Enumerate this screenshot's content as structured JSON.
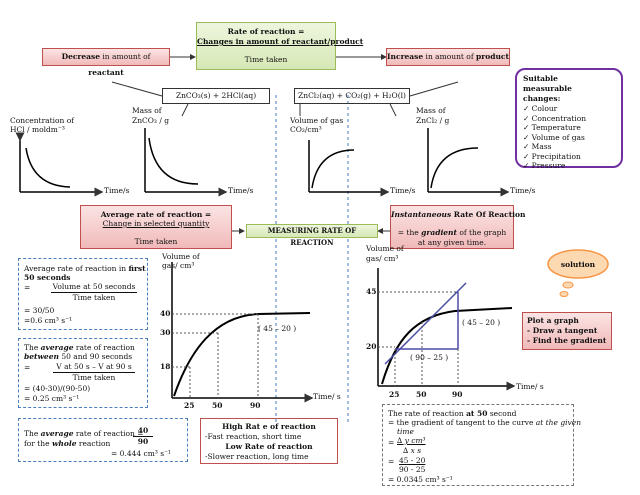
{
  "rate_box": {
    "title": "Rate of reaction =",
    "numerator": "Changes in amount of reactant/product",
    "denominator": "Time taken"
  },
  "decrease_box": {
    "prefix": "Decrease",
    "suffix": " in amount of ",
    "word": "reactant"
  },
  "increase_box": {
    "prefix": "Increase",
    "suffix": " in amount of ",
    "word": "product"
  },
  "reactants": "ZnCO₃(s)  +  2HCl(aq)",
  "products": "ZnCl₂(aq)  +  CO₂(g)  +  H₂O(l)",
  "measurable": {
    "title": "Suitable measurable changes:",
    "items": [
      "Colour",
      "Concentration",
      "Temperature",
      "Volume of gas",
      "Mass",
      "Precipitation",
      "Pressure"
    ]
  },
  "small_graphs": [
    {
      "ylabel1": "Concentration of",
      "ylabel2": "HCl / moldm⁻³",
      "xlabel": "Time/s"
    },
    {
      "ylabel1": "Mass of",
      "ylabel2": "ZnCO₃ / g",
      "xlabel": "Time/s"
    },
    {
      "ylabel1": "Volume of gas",
      "ylabel2": "CO₂/cm³",
      "xlabel": "Time/s"
    },
    {
      "ylabel1": "Mass of",
      "ylabel2": "ZnCl₂ / g",
      "xlabel": "Time/s"
    }
  ],
  "average_box": {
    "title": "Average rate of reaction =",
    "numerator": "Change in selected quantity",
    "denominator": "Time taken"
  },
  "measuring": "MEASURING RATE OF REACTION",
  "instant_box": {
    "title1": "Instantaneous",
    "title2": " Rate Of Reaction",
    "line1": "= the ",
    "gradient": "gradient",
    "line1b": " of the graph",
    "line2": "at any given time."
  },
  "calc1": {
    "l1a": "Average rate of reaction in ",
    "l1b": "first",
    "l2": "50 seconds",
    "eq": "=",
    "num": "Volume at 50 seconds",
    "den": "Time taken",
    "r1": "= 30/50",
    "r2": "=0.6 cm³ s⁻¹"
  },
  "calc2": {
    "l1a": "The ",
    "l1b": "average",
    "l1c": " rate of reaction",
    "l2a": "between",
    "l2b": " 50 and 90  seconds",
    "eq": "=",
    "num": "V at 50 s – V at 90 s",
    "den": "Time taken",
    "r1": "= (40-30)/(90-50)",
    "r2": "= 0.25 cm³ s⁻¹"
  },
  "calc3": {
    "l1a": "The ",
    "l1b": "average",
    "l1c": " rate of reaction =",
    "l2a": "for the ",
    "l2b": "whole",
    "l2c": " reaction",
    "num": "40",
    "den": "90",
    "r": "= 0.444 cm³ s⁻¹"
  },
  "mid_graph": {
    "ylabel1": "Volume of",
    "ylabel2": "gas/ cm³",
    "xlabel": "Time/ s",
    "yticks": [
      "40",
      "30",
      "18"
    ],
    "xticks": [
      "25",
      "50",
      "90"
    ],
    "annot": "( 45 – 20 )"
  },
  "high_low": {
    "high_title": "High Rat e of reaction",
    "high_text": "-Fast reaction, short time",
    "low_title": "Low Rate of reaction",
    "low_text": "-Slower reaction, long time"
  },
  "right_graph": {
    "ylabel1": "Volume of",
    "ylabel2": "gas/ cm³",
    "xlabel": "Time/ s",
    "yticks": [
      "45",
      "20"
    ],
    "xticks": [
      "25",
      "50",
      "90"
    ],
    "annot1": "( 45 – 20 )",
    "annot2": "( 90 – 25 )"
  },
  "solution_cloud": "solution",
  "plot_steps": [
    "Plot a graph",
    "- Draw a tangent",
    "- Find the gradient"
  ],
  "calc4": {
    "l1a": "The rate of reaction ",
    "l1b": "at 50",
    "l1c": " second",
    "l2a": "= the gradient of tangent to the curve ",
    "l2b": "at the given",
    "l3": "time",
    "eq": "=",
    "num": "∆ y cm³",
    "den": "∆ x s",
    "eq2": "=",
    "num2": "45 - 20",
    "den2": "90 - 25",
    "r": "= 0.0345 cm³ s⁻¹"
  }
}
